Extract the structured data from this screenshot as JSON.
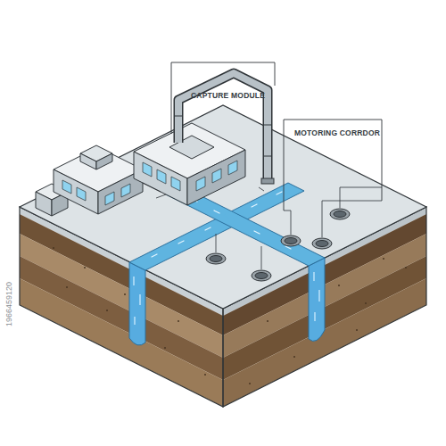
{
  "diagram": {
    "labels": [
      "CAPTURE MODULE",
      "MOTORING CORRDOR",
      "1966459120"
    ]
  }
}
